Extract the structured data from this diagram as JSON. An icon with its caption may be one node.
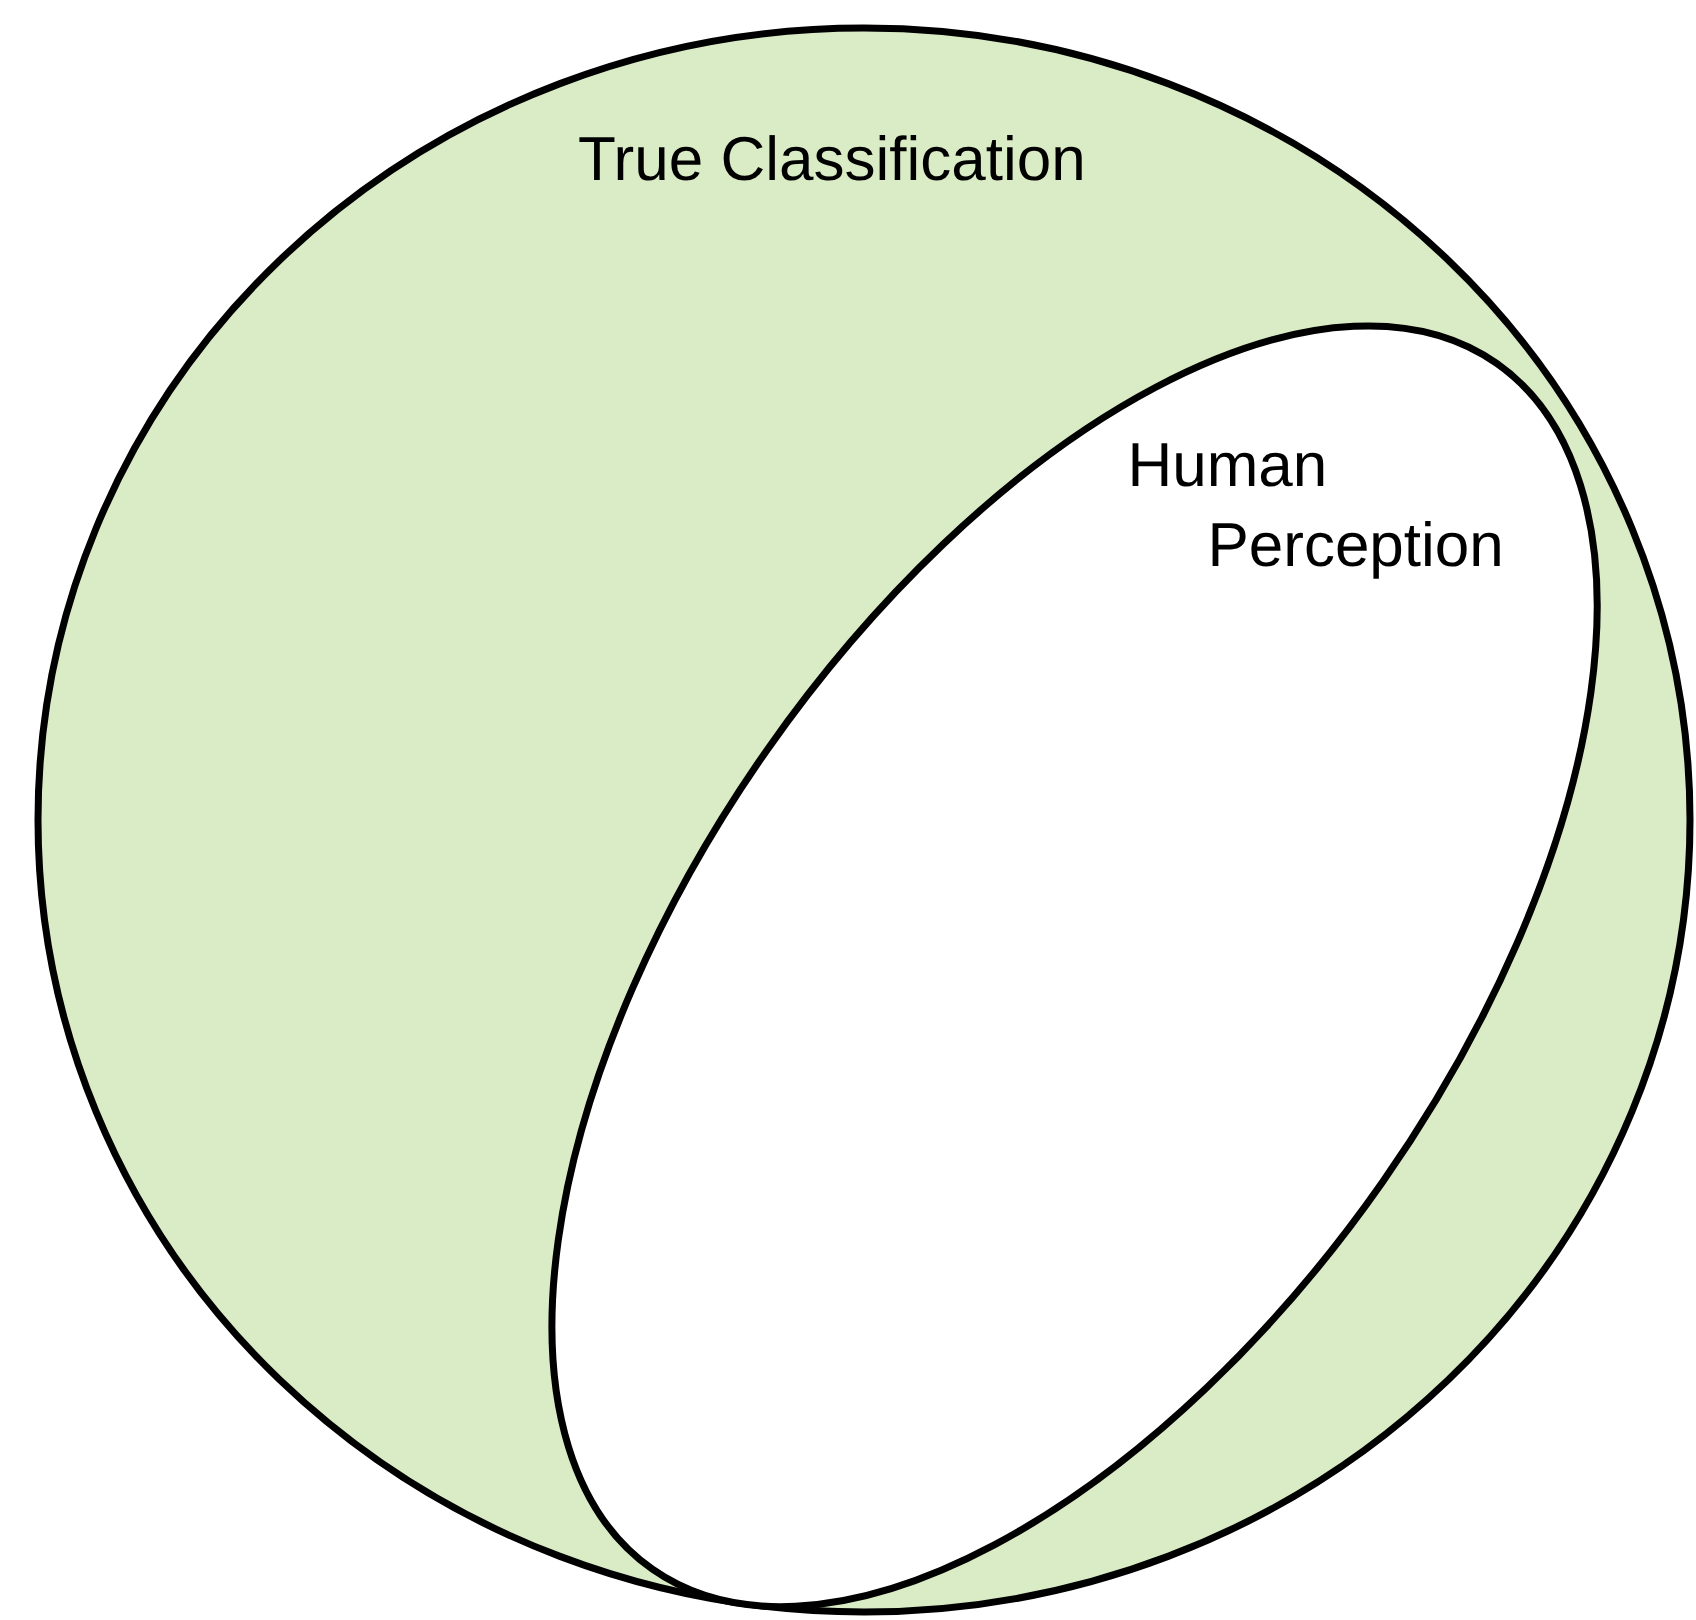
{
  "diagram": {
    "nodes": [
      {
        "text": [
          "True Classification"
        ]
      },
      {
        "text": [
          "Human Perception"
        ],
        "in": 0
      }
    ]
  }
}
